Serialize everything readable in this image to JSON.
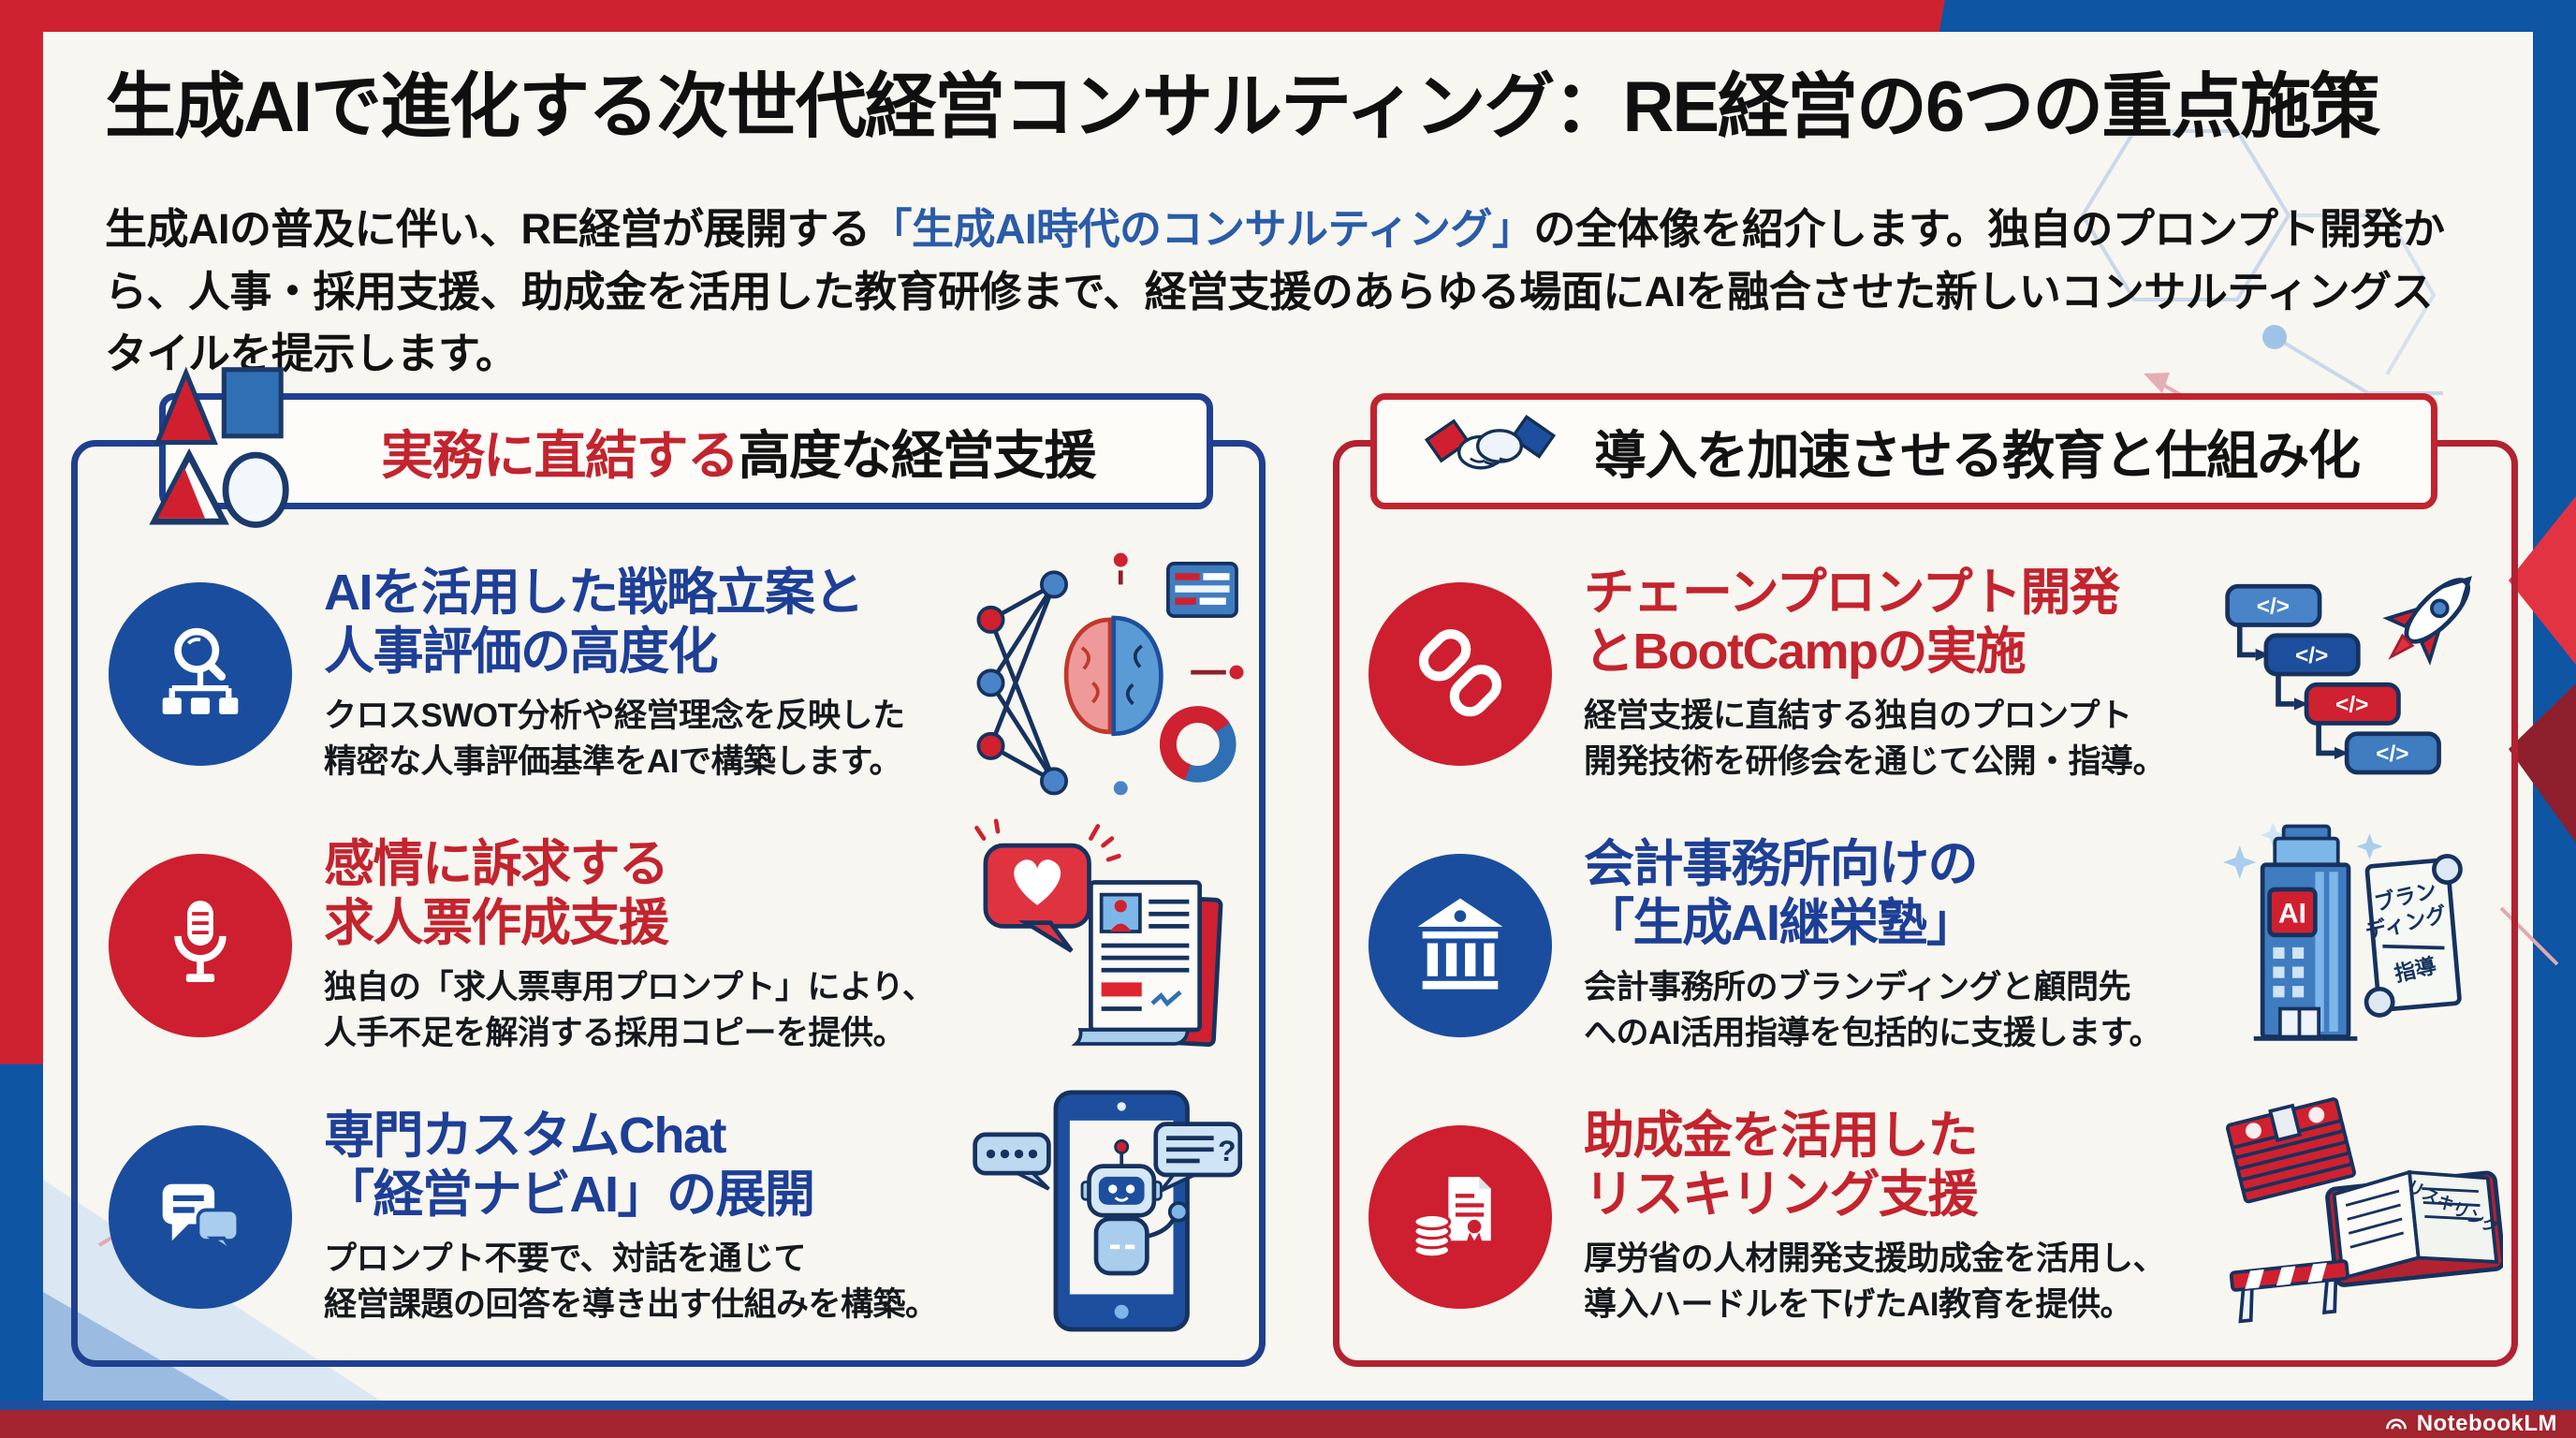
{
  "frame": {
    "logo": "NotebookLM"
  },
  "header": {
    "title": "生成AIで進化する次世代経営コンサルティング：RE経営の6つの重点施策",
    "intro_pre": "生成AIの普及に伴い、RE経営が展開する",
    "intro_highlight": "「生成AI時代のコンサルティング」",
    "intro_post": "の全体像を紹介します。独自のプロンプト開発から、人事・採用支援、助成金を活用した教育研修まで、経営支援のあらゆる場面にAIを融合させた新しいコンサルティングスタイルを提示します。"
  },
  "left_column": {
    "header_highlight": "実務に直結する",
    "header_rest": "高度な経営支援",
    "items": [
      {
        "title1": "AIを活用した戦略立案と",
        "title2": "人事評価の高度化",
        "desc1": "クロスSWOT分析や経営理念を反映した",
        "desc2": "精密な人事評価基準をAIで構築します。"
      },
      {
        "title1": "感情に訴求する",
        "title2": "求人票作成支援",
        "desc1": "独自の「求人票専用プロンプト」により、",
        "desc2": "人手不足を解消する採用コピーを提供。"
      },
      {
        "title1": "専門カスタムChat",
        "title2": "「経営ナビAI」の展開",
        "desc1": "プロンプト不要で、対話を通じて",
        "desc2": "経営課題の回答を導き出す仕組みを構築。"
      }
    ]
  },
  "right_column": {
    "header_text": "導入を加速させる教育と仕組み化",
    "items": [
      {
        "title1": "チェーンプロンプト開発",
        "title2": "とBootCampの実施",
        "desc1": "経営支援に直結する独自のプロンプト",
        "desc2": "開発技術を研修会を通じて公開・指導。"
      },
      {
        "title1": "会計事務所向けの",
        "title2": "「生成AI継栄塾」",
        "desc1": "会計事務所のブランディングと顧問先",
        "desc2": "へのAI活用指導を包括的に支援します。"
      },
      {
        "title1": "助成金を活用した",
        "title2": "リスキリング支援",
        "desc1": "厚労省の人材開発支援助成金を活用し、",
        "desc2": "導入ハードルを下げたAI教育を提供。"
      }
    ]
  },
  "illustrations": {
    "code_tag": "</>",
    "building_sign": "AI",
    "scroll_line1": "ブラン",
    "scroll_line2": "ディング",
    "scroll_line3": "指導",
    "book_label": "リスキリング",
    "question_mark": "?"
  },
  "colors": {
    "accent_red": "#c3242e",
    "accent_blue": "#1d3f96",
    "frame_red": "#ce2231",
    "frame_blue": "#0e55a4",
    "footer_band": "#a1242f",
    "content_bg": "#f8f6f1"
  }
}
